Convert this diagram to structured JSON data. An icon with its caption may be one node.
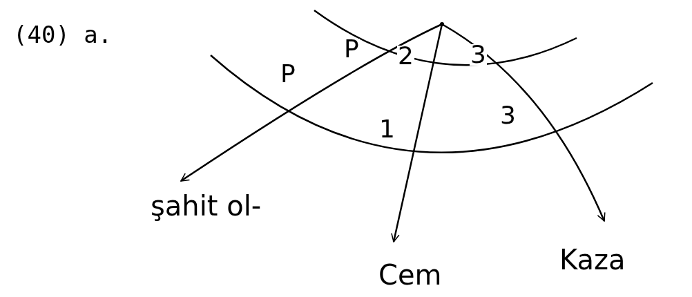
{
  "diagram": {
    "nodes": [
      {
        "text": [],
        "shape": "circle"
      },
      {
        "text": [
          "şahit ol-"
        ]
      },
      {
        "text": [
          "Cem"
        ]
      },
      {
        "text": [
          "Kaza"
        ]
      }
    ],
    "edges": [
      {
        "from": 0,
        "to": 1,
        "arrow": "to"
      },
      {
        "from": 0,
        "to": 2,
        "arrow": "to"
      },
      {
        "from": 0,
        "to": 3,
        "arrow": "to"
      }
    ],
    "labels": [
      "(40) a.",
      "P",
      "P",
      "2",
      "3",
      "1",
      "3"
    ]
  }
}
